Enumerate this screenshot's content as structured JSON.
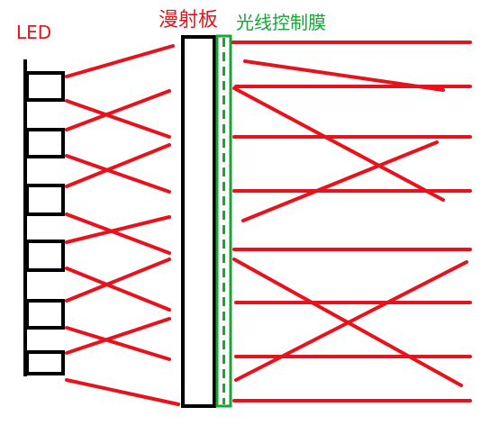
{
  "labels": {
    "led": "LED",
    "diffuser": "漫射板",
    "light_control_film": "光线控制膜"
  },
  "colors": {
    "ray": "#e8121c",
    "film": "#17a535",
    "outline": "#000000",
    "background": "#ffffff"
  }
}
